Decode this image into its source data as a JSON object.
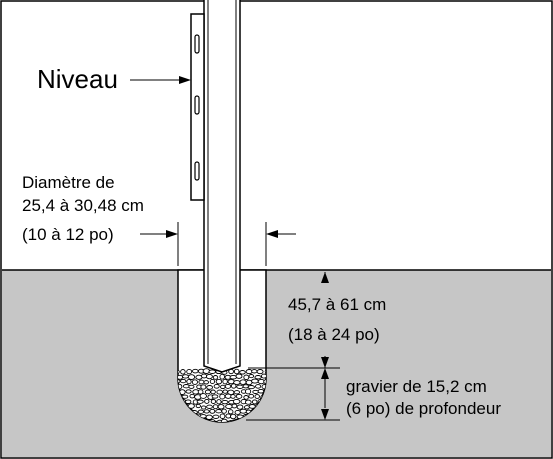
{
  "labels": {
    "level": "Niveau",
    "diameter_line1": "Diamètre de",
    "diameter_line2": "25,4 à 30,48 cm",
    "diameter_line3": "(10 à 12 po)",
    "depth_line1": "45,7 à 61 cm",
    "depth_line2": "(18 à 24 po)",
    "gravel_line1": "gravier de 15,2 cm",
    "gravel_line2": "(6 po) de profondeur"
  },
  "colors": {
    "ground": "#c6c6c6",
    "hole": "#ffffff",
    "outline": "#000000"
  }
}
